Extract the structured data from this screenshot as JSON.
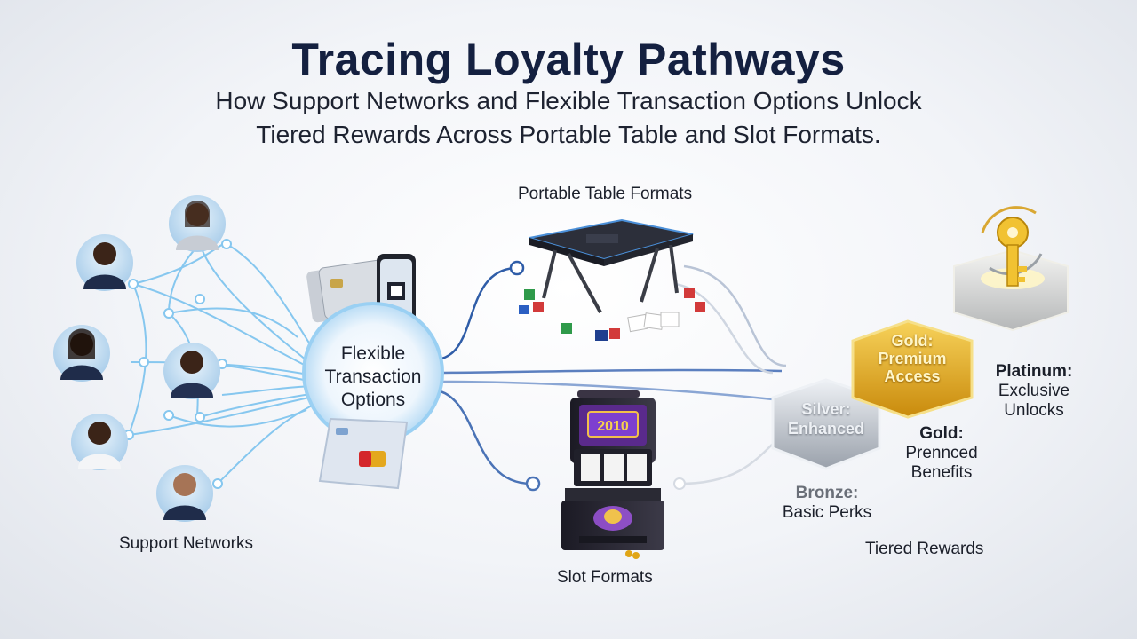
{
  "title": "Tracing Loyalty Pathways",
  "subtitle_line1": "How Support Networks and Flexible Transaction Options Unlock",
  "subtitle_line2": "Tiered Rewards Across Portable Table and Slot Formats.",
  "labels": {
    "support_networks": "Support Networks",
    "portable_table_formats": "Portable Table Formats",
    "slot_formats": "Slot Formats",
    "tiered_rewards": "Tiered Rewards"
  },
  "hub": {
    "line1": "Flexible",
    "line2": "Transaction",
    "line3": "Options"
  },
  "badges": {
    "silver": {
      "line1": "Silver:",
      "line2": "Enhanced"
    },
    "gold": {
      "line1": "Gold:",
      "line2": "Premium",
      "line3": "Access"
    }
  },
  "tiers": {
    "platinum": {
      "name": "Platinum:",
      "desc1": "Exclusive",
      "desc2": "Unlocks"
    },
    "gold": {
      "name": "Gold:",
      "desc1": "Prennced",
      "desc2": "Benefits"
    },
    "bronze": {
      "name": "Bronze:",
      "desc1": "Basic Perks"
    }
  },
  "slot_display": "2010",
  "colors": {
    "title": "#142040",
    "network_line": "#7fc4f0",
    "gold": "#e0a516",
    "silver": "#b8bec8"
  }
}
